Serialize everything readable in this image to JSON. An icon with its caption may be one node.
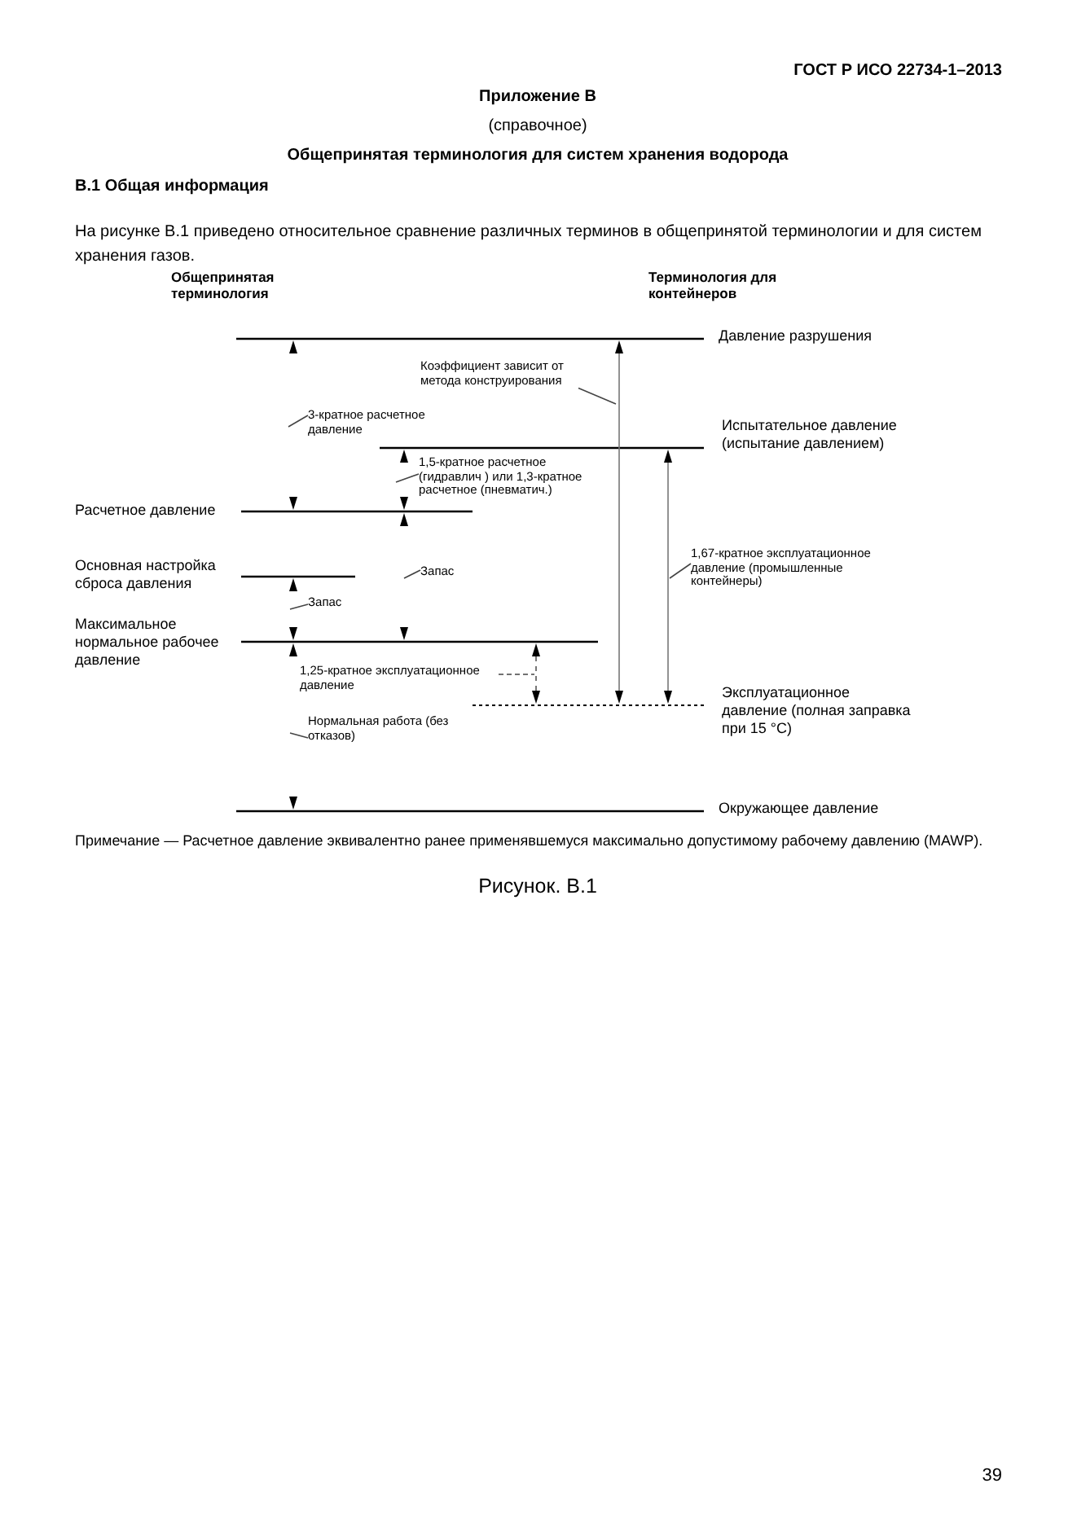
{
  "diagram": {
    "caption": "Рисунок. В.1",
    "nodes": [
      {
        "text": [
          "Коэффициент зависит от метода конструирования"
        ]
      },
      {
        "text": [
          "3-кратное расчетное давление"
        ]
      },
      {
        "text": [
          "1,5-кратное расчетное (гидравлич ) или 1,3-кратное расчетное (пневматич.)"
        ]
      },
      {
        "text": [
          "Запас"
        ]
      },
      {
        "text": [
          "Запас"
        ]
      },
      {
        "text": [
          "1,67-кратное эксплуатационное давление (промышленные контейнеры)"
        ]
      },
      {
        "text": [
          "1,25-кратное эксплуатационное давление"
        ]
      },
      {
        "text": [
          "Нормальная работа (без отказов)"
        ]
      }
    ],
    "edges": [
      {
        "from": 0,
        "to": null,
        "arrow": "none"
      },
      {
        "from": 1,
        "to": null,
        "arrow": "none"
      },
      {
        "from": 2,
        "to": null,
        "arrow": "none"
      },
      {
        "from": 3,
        "to": null,
        "arrow": "none"
      },
      {
        "from": 4,
        "to": null,
        "arrow": "none"
      },
      {
        "from": 5,
        "to": null,
        "arrow": "none"
      },
      {
        "from": 6,
        "to": null,
        "arrow": "none",
        "style": "dashed"
      },
      {
        "from": 7,
        "to": null,
        "arrow": "none"
      }
    ],
    "labels": [
      "ГОСТ Р ИСО 22734-1–2013",
      "Приложение В",
      "(справочное)",
      "Общепринятая терминология для систем хранения водорода",
      "В.1 Общая информация",
      "На рисунке В.1 приведено относительное сравнение различных терминов в общепринятой терминологии и для систем хранения газов.",
      "Общепринятая терминология",
      "Терминология для контейнеров",
      "Давление разрушения",
      "Испытательное давление (испытание давлением)",
      "Расчетное давление",
      "Основная настройка сброса давления",
      "Максимальное нормальное рабочее давление",
      "Эксплуатационное давление (полная заправка при 15 °C)",
      "Окружающее давление",
      "Примечание — Расчетное давление эквивалентно ранее применявшемуся максимально допустимому рабочему давлению (MAWP).",
      "39"
    ]
  }
}
